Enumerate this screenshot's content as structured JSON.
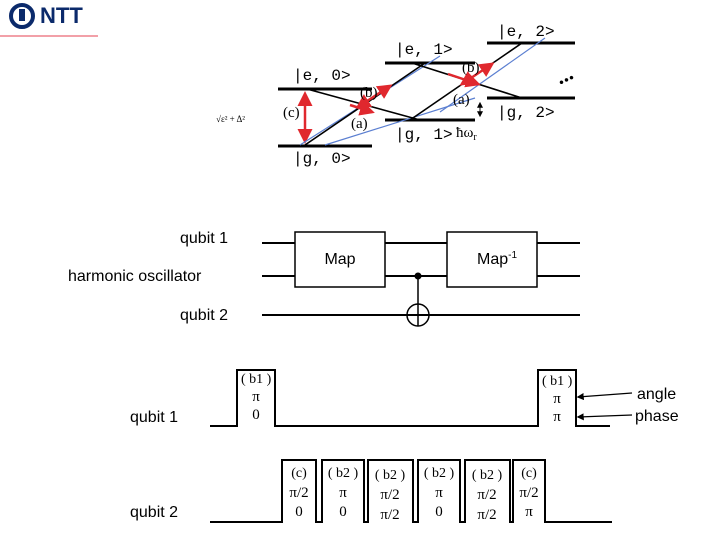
{
  "logo": {
    "text": "NTT"
  },
  "energy_diagram": {
    "levels": [
      "|e, 0>",
      "|e, 1>",
      "|e, 2>",
      "|g, 0>",
      "|g, 1>",
      "|g, 2>"
    ],
    "transition_c": "(c)",
    "transition_b": "(b)",
    "transition_a": "(a)",
    "sqrt_label": "√ε² + Δ²",
    "hbar_label": "ħω",
    "hbar_sub": "r",
    "ellipsis": "..."
  },
  "circuit": {
    "qubit1_label": "qubit 1",
    "oscillator_label": "harmonic oscillator",
    "qubit2_label": "qubit 2",
    "map_label": "Map",
    "map_inv_label": "Map",
    "map_inv_sup": "-1"
  },
  "pulses": {
    "qubit1_label": "qubit 1",
    "qubit2_label": "qubit 2",
    "q1_left": {
      "name": "( b1 )",
      "angle": "π",
      "phase": "0"
    },
    "q1_right": {
      "name": "( b1 )",
      "angle": "π",
      "phase": "π"
    },
    "q2": [
      {
        "name": "(c)",
        "angle": "π/2",
        "phase": "0"
      },
      {
        "name": "( b2 )",
        "angle": "π",
        "phase": "0"
      },
      {
        "name": "( b2 )",
        "angle": "π/2",
        "phase": "π/2"
      },
      {
        "name": "( b2 )",
        "angle": "π",
        "phase": "0"
      },
      {
        "name": "( b2 )",
        "angle": "π/2",
        "phase": "π/2"
      },
      {
        "name": "(c)",
        "angle": "π/2",
        "phase": "π"
      }
    ],
    "angle_label": "angle",
    "phase_label": "phase"
  },
  "colors": {
    "logo_blue": "#0b2a6b",
    "arrow_red": "#e0282e",
    "logo_rule": "#f2a0a8"
  }
}
